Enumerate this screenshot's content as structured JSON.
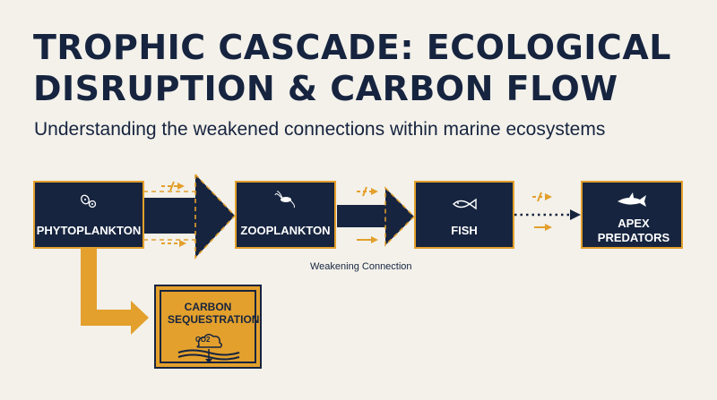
{
  "title": "TROPHIC CASCADE: ECOLOGICAL DISRUPTION & CARBON FLOW",
  "subtitle": "Understanding the weakened connections within marine ecosystems",
  "nodes": {
    "phytoplankton": "PHYTOPLANKTON",
    "zooplankton": "ZOOPLANKTON",
    "fish": "FISH",
    "apex_predators": "APEX PREDATORS",
    "carbon_sequestration": "CARBON SEQUESTRATION"
  },
  "co2_label": "CO2",
  "weak_connection_label": "Weakening Connection",
  "colors": {
    "navy": "#16243f",
    "amber": "#e3a02c",
    "background": "#f3f1ea"
  },
  "icons": [
    "phytoplankton-icon",
    "zooplankton-icon",
    "fish-icon",
    "shark-icon",
    "co2-cloud-icon"
  ]
}
